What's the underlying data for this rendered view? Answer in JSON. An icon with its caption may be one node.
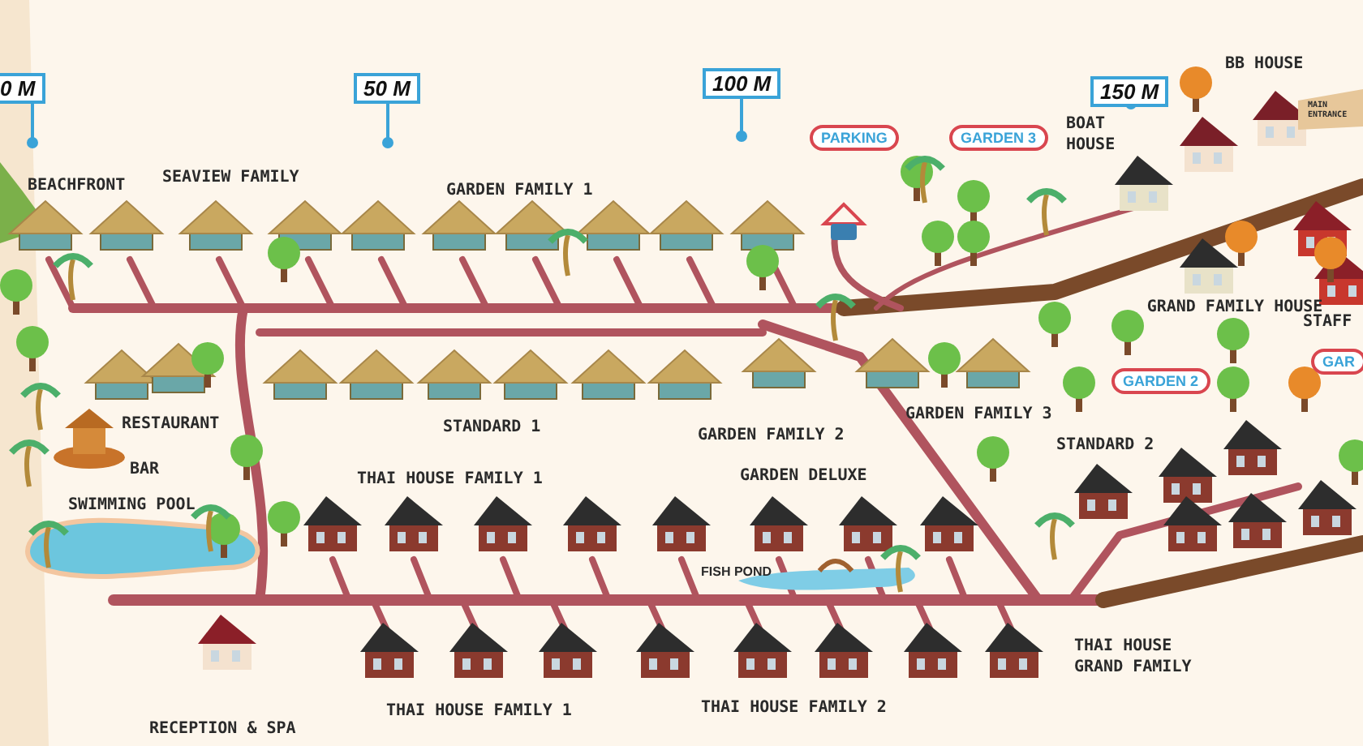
{
  "diagram": {
    "nodes": [
      {
        "text": [
          "0 M"
        ]
      },
      {
        "text": [
          "50 M"
        ]
      },
      {
        "text": [
          "100 M"
        ]
      },
      {
        "text": [
          "150 M"
        ]
      },
      {
        "text": [
          "PARKING"
        ]
      },
      {
        "text": [
          "GARDEN 3"
        ]
      },
      {
        "text": [
          "GARDEN 2"
        ]
      },
      {
        "text": [
          "GAR"
        ]
      }
    ],
    "labels": [
      "BEACHFRONT",
      "SEAVIEW FAMILY",
      "GARDEN FAMILY 1",
      "BB HOUSE",
      "MAIN ENTRANCE",
      "BOAT HOUSE",
      "GRAND FAMILY HOUSE",
      "STAFF",
      "RESTAURANT",
      "STANDARD 1",
      "GARDEN FAMILY 2",
      "GARDEN FAMILY 3",
      "STANDARD 2",
      "BAR",
      "THAI HOUSE FAMILY 1",
      "GARDEN DELUXE",
      "SWIMMING POOL",
      "FISH POND",
      "THAI HOUSE GRAND FAMILY",
      "RECEPTION & SPA",
      "THAI HOUSE FAMILY 1",
      "THAI HOUSE FAMILY 2"
    ]
  }
}
